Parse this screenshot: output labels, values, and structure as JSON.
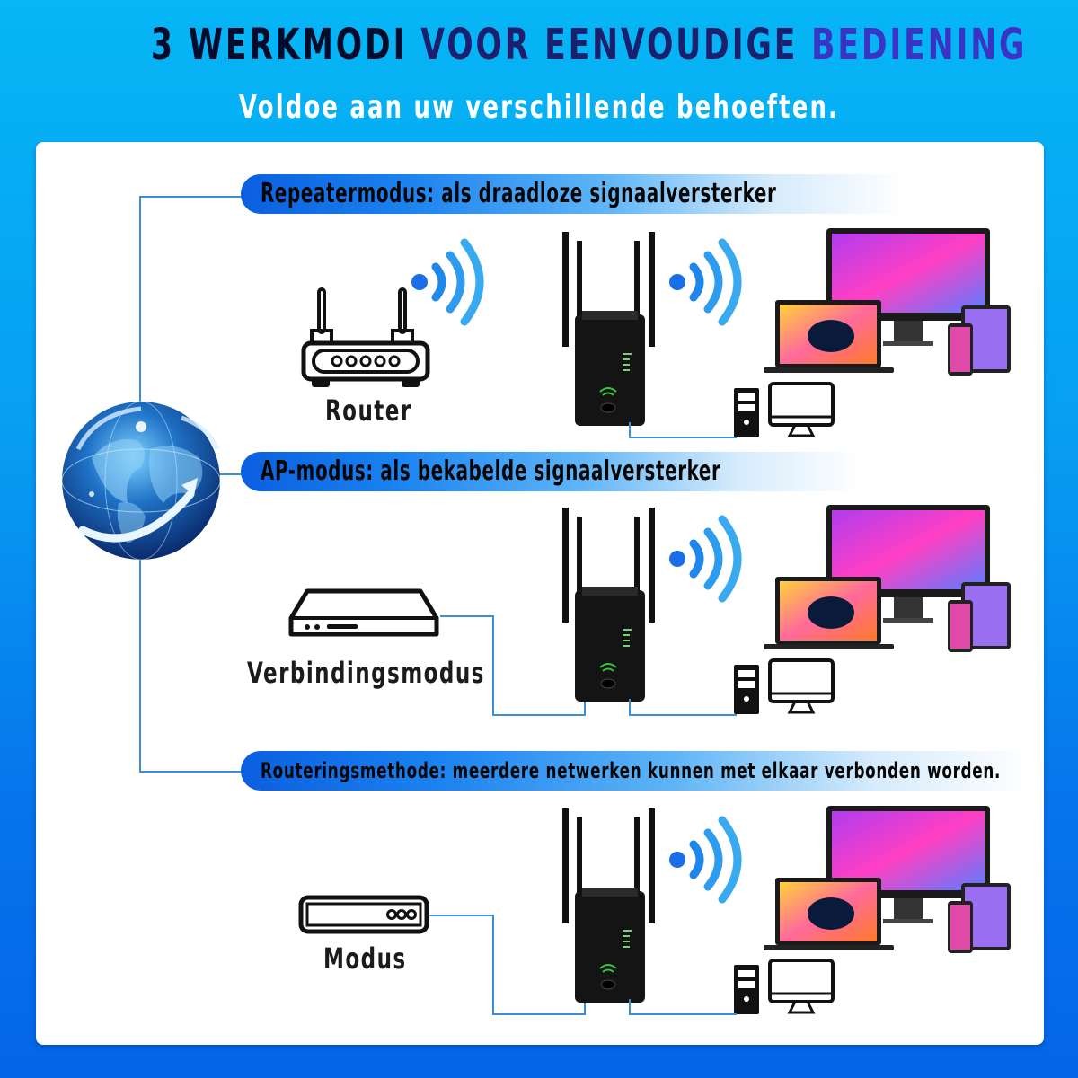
{
  "header": {
    "title_part1": "3 WERKMODI",
    "title_part2": "VOOR EENVOUDIGE",
    "title_part3": "BEDIENING",
    "subtitle": "Voldoe aan uw verschillende behoeften."
  },
  "colors": {
    "background_top": "#06b6f5",
    "background_bottom": "#0466e8",
    "banner_blue": "#0a5fe0",
    "wire": "#3a8fd6",
    "title_dark": "#050b2a",
    "title_accent": "#3a34c4"
  },
  "modes": [
    {
      "banner": "Repeatermodus: als draadloze signaalversterker",
      "source_label": "Router",
      "source_icon": "router-icon",
      "source_connection": "wireless",
      "client_connection": "wireless + wired"
    },
    {
      "banner": "AP-modus: als bekabelde signaalversterker",
      "source_label": "Verbindingsmodus",
      "source_icon": "modem-icon",
      "source_connection": "wired",
      "client_connection": "wireless + wired"
    },
    {
      "banner": "Routeringsmethode: meerdere netwerken kunnen met elkaar verbonden worden.",
      "source_label": "Modus",
      "source_icon": "modem-box-icon",
      "source_connection": "wired",
      "client_connection": "wireless + wired"
    }
  ],
  "globe": {
    "icon": "globe-icon"
  }
}
